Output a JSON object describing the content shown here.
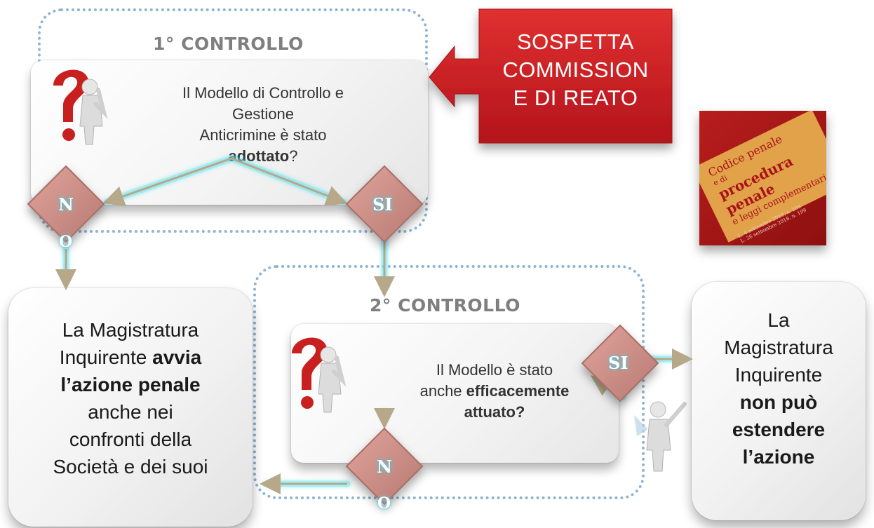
{
  "controls": {
    "first": {
      "title": "1° CONTROLLO",
      "question_lines": [
        "Il Modello di Controllo e",
        "Gestione",
        "Anticrimine è stato"
      ],
      "question_bold": "adottato",
      "question_end": "?"
    },
    "second": {
      "title": "2° CONTROLLO",
      "question_line1": "Il Modello è stato",
      "question_line2_prefix": "anche ",
      "question_line2_bold": "efficacemente",
      "question_line3_bold": "attuato?"
    }
  },
  "alert": {
    "lines": [
      "SOSPETTA",
      "COMMISSION",
      "E DI REATO"
    ]
  },
  "book": {
    "lines": [
      "Codice penale",
      "e di",
      "procedura penale",
      "e leggi complementari",
      "L. 4 settembre 2010, n. 203",
      "L. 26 settembre 2018, n. 199"
    ]
  },
  "decisions": {
    "no_label": "N",
    "no_label_below": "O",
    "yes_label": "SI"
  },
  "outcomes": {
    "left": {
      "line1": "La Magistratura",
      "line2": "Inquirente ",
      "line2_bold": "avvia",
      "line3_bold": "l’azione penale",
      "line4": "anche nei",
      "line5": "confronti della",
      "line6": "Società e dei suoi"
    },
    "right": {
      "line1": "La",
      "line2": "Magistratura",
      "line3": "Inquirente",
      "line4_bold": "non può",
      "line5_bold": "estendere",
      "line6_bold": "l’azione"
    }
  },
  "colors": {
    "connector": "#b6a889",
    "connector_glow": "#5fe3ee",
    "diamond": "#c98f87",
    "alert_red": "#d31920",
    "region_border": "#8db3d3"
  }
}
